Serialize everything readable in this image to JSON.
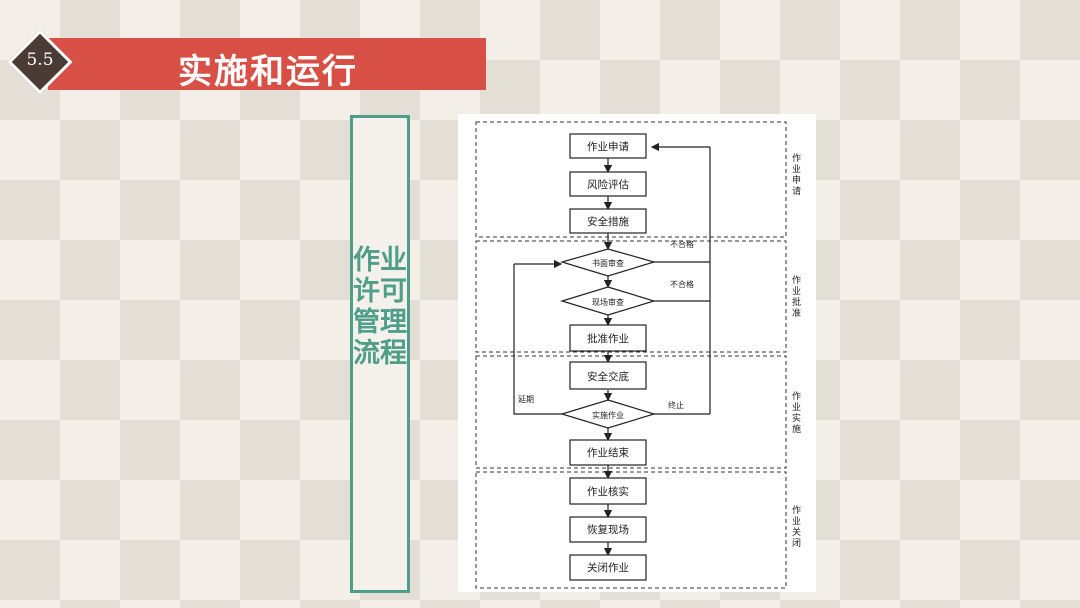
{
  "header": {
    "section_number": "5.5",
    "title": "实施和运行"
  },
  "side_label": "作业许可管理流程",
  "flow": {
    "steps": [
      "作业申请",
      "风险评估",
      "安全措施",
      "书面审查",
      "现场审查",
      "批准作业",
      "安全交底",
      "实施作业",
      "作业结束",
      "作业核实",
      "恢复现场",
      "关闭作业"
    ],
    "edge_labels": {
      "fail_1": "不合格",
      "fail_2": "不合格",
      "adjust": "延期",
      "stop": "终止"
    },
    "phases": [
      "作业申请",
      "作业批准",
      "作业实施",
      "作业关闭"
    ]
  },
  "colors": {
    "title_bar": "#d84f45",
    "side_accent": "#4f9e8a"
  }
}
